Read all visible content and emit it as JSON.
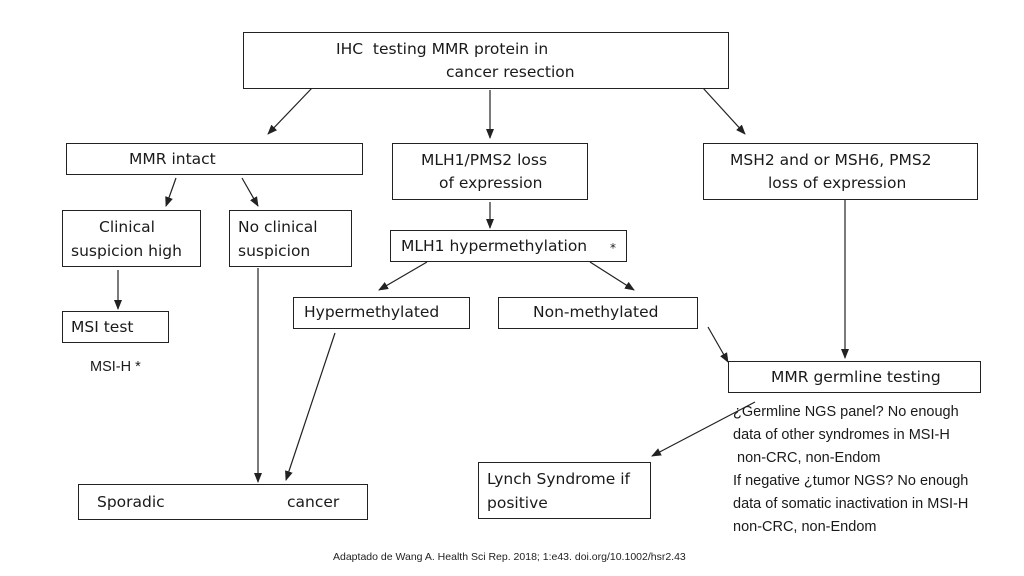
{
  "nodes": {
    "ihc": {
      "line1": "IHC  testing MMR protein in",
      "line2": "cancer resection"
    },
    "mmr_intact": "MMR intact",
    "mlh1_loss": {
      "line1": "MLH1/PMS2 loss",
      "line2": "of expression"
    },
    "msh2_loss": {
      "line1": "MSH2 and or MSH6, PMS2",
      "line2": "loss of expression"
    },
    "clinical_high": {
      "line1": "Clinical",
      "line2": "suspicion high"
    },
    "no_clinical": {
      "line1": "No clinical",
      "line2": "suspicion"
    },
    "mlh1_hyper": {
      "label": "MLH1 hypermethylation",
      "mark": "*"
    },
    "msi_test": "MSI test",
    "hypermethylated": "Hypermethylated",
    "non_methylated": "Non-methylated",
    "germline": "MMR germline testing",
    "sporadic": {
      "left": "Sporadic",
      "right": "cancer"
    },
    "lynch": {
      "line1": "Lynch Syndrome if",
      "line2": "positive"
    }
  },
  "msi_h_note": "MSI-H *",
  "germline_note": [
    "¿Germline NGS panel? No enough",
    "data of other syndromes in MSI-H",
    " non-CRC, non-Endom",
    "If negative ¿tumor NGS? No enough",
    "data of somatic inactivation in MSI-H",
    "non-CRC, non-Endom"
  ],
  "caption": "Adaptado de Wang A. Health Sci Rep. 2018; 1:e43. doi.org/10.1002/hsr2.43",
  "colors": {
    "line": "#222222",
    "background": "#ffffff"
  }
}
